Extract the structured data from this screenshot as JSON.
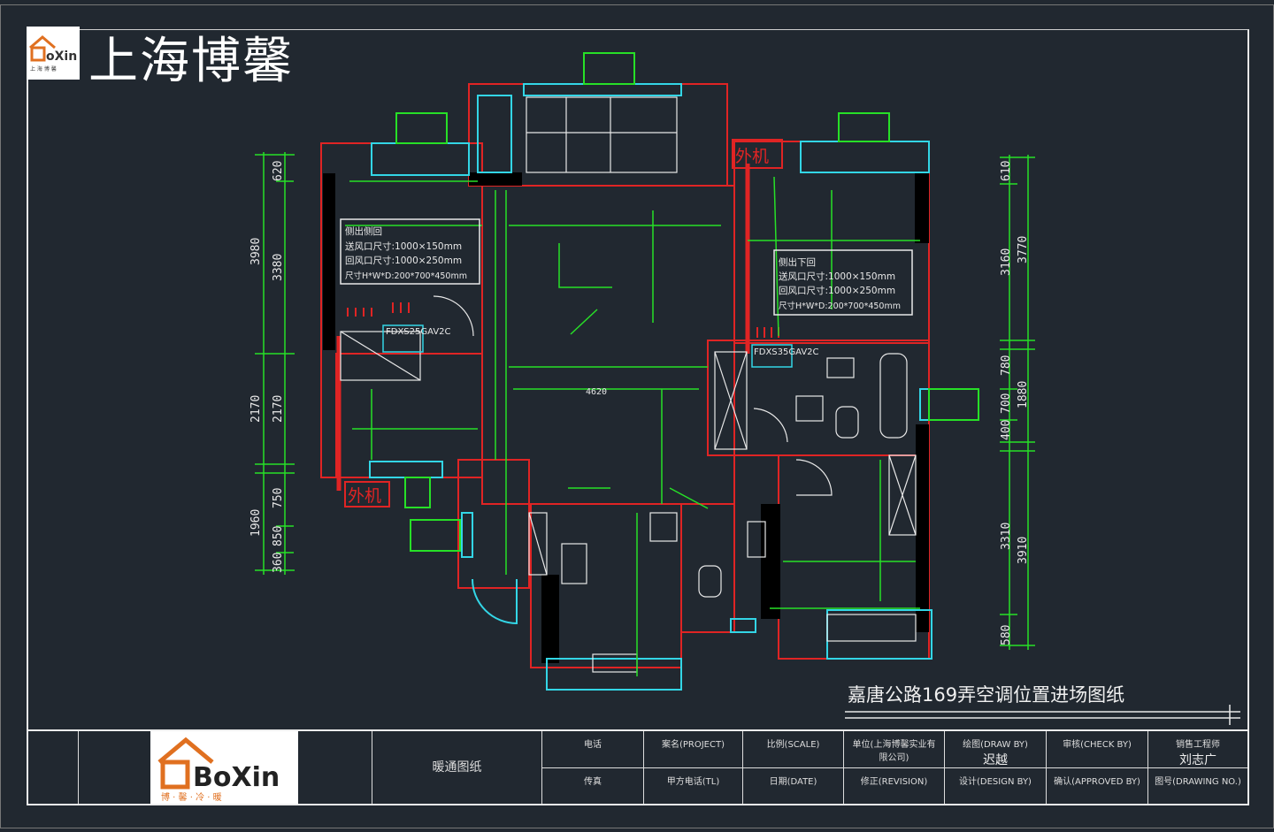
{
  "header": {
    "company_title": "上海博馨",
    "logo_text": "BoXin",
    "logo_sub": "上 海 博 馨"
  },
  "plan": {
    "caption": "嘉唐公路169弄空调位置进场图纸",
    "outdoor_unit_label": "外机",
    "left_unit": {
      "model": "FDXS25GAV2C",
      "spec_title": "侧出侧回",
      "supply": "送风口尺寸:1000×150mm",
      "return": "回风口尺寸:1000×250mm",
      "size": "尺寸H*W*D:200*700*450mm"
    },
    "right_unit": {
      "model": "FDXS35GAV2C",
      "spec_title": "侧出下回",
      "supply": "送风口尺寸:1000×150mm",
      "return": "回风口尺寸:1000×250mm",
      "size": "尺寸H*W*D:200*700*450mm"
    },
    "dims_left_outer": [
      "3980",
      "2170",
      "1960"
    ],
    "dims_left_inner": [
      "620",
      "3380",
      "2170",
      "750",
      "850",
      "360"
    ],
    "dims_right_outer": [
      "3770",
      "1880",
      "3910"
    ],
    "dims_right_inner": [
      "610",
      "3160",
      "780",
      "700",
      "400",
      "3310",
      "580"
    ],
    "dim_center": "4620"
  },
  "title_block": {
    "logo_text": "BoXin",
    "logo_sub": "博 · 馨 · 冷 · 暖",
    "drawing_type": "暖通图纸",
    "row1": [
      "电话",
      "案名(PROJECT)",
      "比例(SCALE)",
      "单位(上海博馨实业有限公司)",
      "绘图(DRAW BY)",
      "审核(CHECK BY)",
      "销售工程师"
    ],
    "row1_values": [
      "",
      "",
      "",
      "",
      "迟越",
      "",
      "刘志广"
    ],
    "row2": [
      "传真",
      "甲方电话(TL)",
      "日期(DATE)",
      "修正(REVISION)",
      "设计(DESIGN BY)",
      "确认(APPROVED BY)",
      "图号(DRAWING NO.)"
    ]
  },
  "colors": {
    "wall": "#e02424",
    "window": "#33d6e6",
    "dimension": "#27e027",
    "fixture": "#e8e8e8",
    "background": "#212830"
  }
}
